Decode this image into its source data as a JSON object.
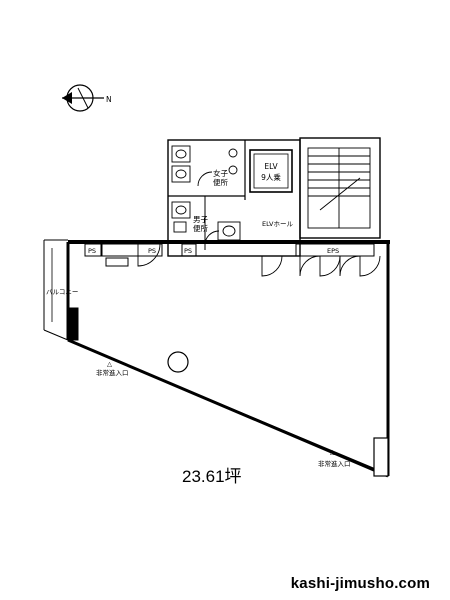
{
  "plan": {
    "area_label": "23.61坪",
    "compass_letter": "N",
    "rooms": {
      "women_toilet": [
        "女子",
        "便所"
      ],
      "men_toilet": [
        "男子",
        "便所"
      ],
      "elevator": [
        "ELV",
        "9人乗"
      ],
      "elv_hall": "ELVホール",
      "balcony": "バルコニー",
      "eps": "EPS",
      "ps_1": "PS",
      "ps_2": "PS",
      "ps_3": "PS"
    },
    "emergency_entry_left": "非常進入口",
    "emergency_entry_right": "非常進入口",
    "triangle_marker": "△"
  },
  "site": {
    "url": "kashi-jimusho.com"
  }
}
